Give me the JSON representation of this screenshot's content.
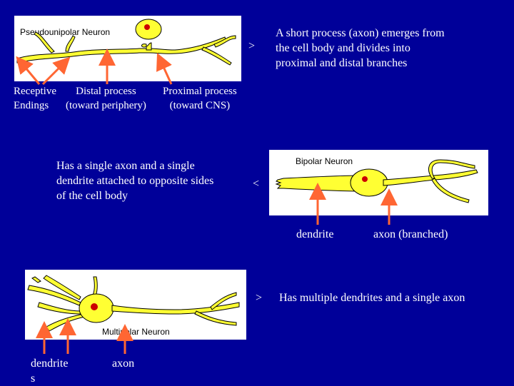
{
  "pseudounipolar": {
    "title": "Pseudounipolar Neuron",
    "description": "A short process (axon) emerges from\nthe cell body and divides into\nproximal and distal branches",
    "arrow": ">",
    "labels": {
      "receptive": "Receptive\nEndings",
      "distal": "Distal process\n(toward periphery)",
      "proximal": "Proximal process\n(toward CNS)"
    }
  },
  "bipolar": {
    "title": "Bipolar Neuron",
    "description": "Has a single axon and a single\ndendrite attached to  opposite sides\nof the cell body",
    "arrow": "<",
    "labels": {
      "dendrite": "dendrite",
      "axon": "axon (branched)"
    }
  },
  "multipolar": {
    "title": "Multipolar Neuron",
    "description": "Has multiple dendrites and a single axon",
    "arrow": ">",
    "labels": {
      "dendrite": "dendrite\ns",
      "axon": "axon"
    }
  },
  "colors": {
    "background": "#000099",
    "neuron_fill": "#ffff33",
    "nucleus": "#cc0000",
    "pointer": "#ff6633"
  }
}
